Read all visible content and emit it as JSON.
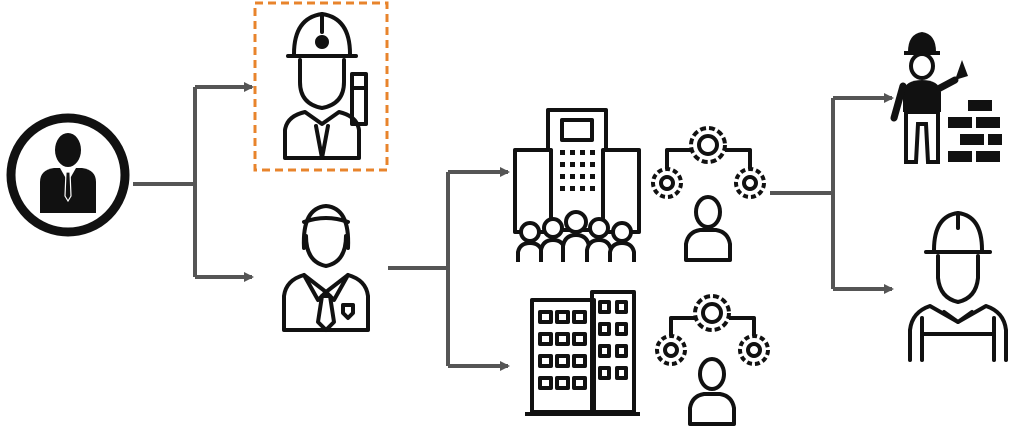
{
  "diagram": {
    "colors": {
      "line": "#555555",
      "icon": "#111111",
      "highlight": "#e8842c",
      "background": "#ffffff"
    },
    "nodes": [
      {
        "id": "owner",
        "icon": "person-circle-icon"
      },
      {
        "id": "engineer",
        "icon": "engineer-with-blueprint-icon",
        "highlighted": true
      },
      {
        "id": "manager",
        "icon": "businessman-icon"
      },
      {
        "id": "large-company",
        "icon": "office-with-crowd-icon"
      },
      {
        "id": "large-company-management",
        "icon": "manager-with-gears-icon"
      },
      {
        "id": "small-company",
        "icon": "apartment-building-icon"
      },
      {
        "id": "small-company-management",
        "icon": "manager-with-gears-icon"
      },
      {
        "id": "bricklayer",
        "icon": "bricklayer-worker-icon"
      },
      {
        "id": "laborer",
        "icon": "laborer-with-hardhat-icon"
      }
    ]
  }
}
